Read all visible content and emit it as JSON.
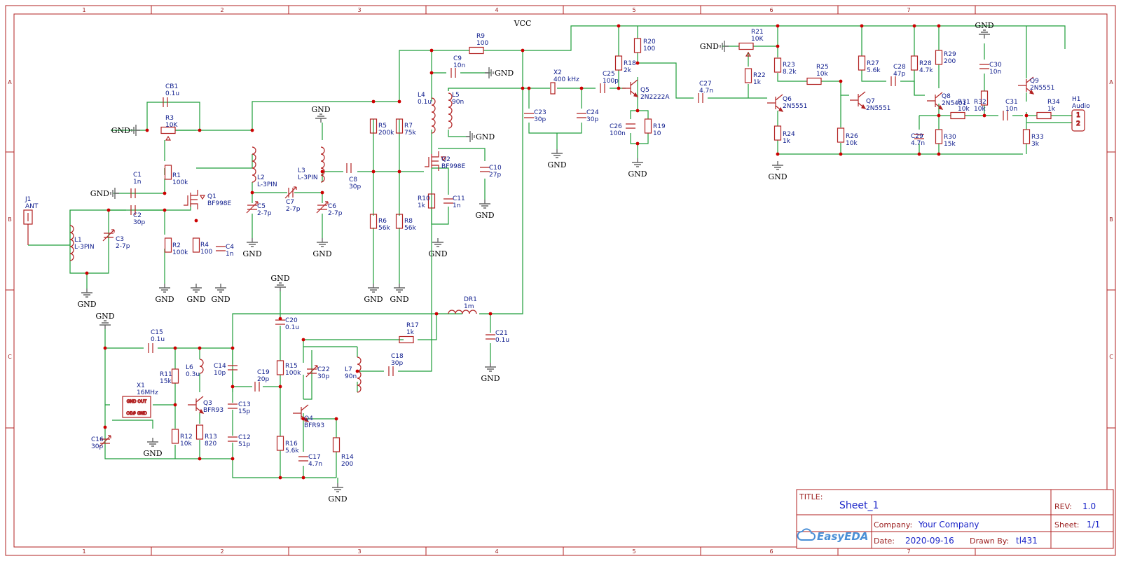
{
  "schematic": {
    "components": [
      {
        "ref": "J1",
        "value": "ANT"
      },
      {
        "ref": "L1",
        "value": "L-3PIN"
      },
      {
        "ref": "C3",
        "value": "2-7p"
      },
      {
        "ref": "C1",
        "value": "1n"
      },
      {
        "ref": "C2",
        "value": "30p"
      },
      {
        "ref": "CB1",
        "value": "0.1u"
      },
      {
        "ref": "R3",
        "value": "10K"
      },
      {
        "ref": "R1",
        "value": "100k"
      },
      {
        "ref": "R2",
        "value": "100k"
      },
      {
        "ref": "Q1",
        "value": "BF998E"
      },
      {
        "ref": "R4",
        "value": "100"
      },
      {
        "ref": "C4",
        "value": "1n"
      },
      {
        "ref": "L2",
        "value": "L-3PIN"
      },
      {
        "ref": "C5",
        "value": "2-7p"
      },
      {
        "ref": "C7",
        "value": "2-7p"
      },
      {
        "ref": "L3",
        "value": "L-3PIN"
      },
      {
        "ref": "C6",
        "value": "2-7p"
      },
      {
        "ref": "C8",
        "value": "30p"
      },
      {
        "ref": "R5",
        "value": "200k"
      },
      {
        "ref": "R6",
        "value": "56k"
      },
      {
        "ref": "R7",
        "value": "75k"
      },
      {
        "ref": "R8",
        "value": "56k"
      },
      {
        "ref": "R9",
        "value": "100"
      },
      {
        "ref": "C9",
        "value": "10n"
      },
      {
        "ref": "L4",
        "value": "0.1u"
      },
      {
        "ref": "L5",
        "value": "90n"
      },
      {
        "ref": "Q2",
        "value": "BF998E"
      },
      {
        "ref": "R10",
        "value": "1k"
      },
      {
        "ref": "C11",
        "value": "1n"
      },
      {
        "ref": "C10",
        "value": "27p"
      },
      {
        "ref": "X2",
        "value": "400 kHz"
      },
      {
        "ref": "C23",
        "value": "30p"
      },
      {
        "ref": "C24",
        "value": "30p"
      },
      {
        "ref": "C25",
        "value": "100p"
      },
      {
        "ref": "R18",
        "value": "2k"
      },
      {
        "ref": "R20",
        "value": "100"
      },
      {
        "ref": "Q5",
        "value": "2N2222A"
      },
      {
        "ref": "C26",
        "value": "100n"
      },
      {
        "ref": "R19",
        "value": "10"
      },
      {
        "ref": "C27",
        "value": "4.7n"
      },
      {
        "ref": "R21",
        "value": "10K"
      },
      {
        "ref": "R22",
        "value": "1k"
      },
      {
        "ref": "R23",
        "value": "8.2k"
      },
      {
        "ref": "Q6",
        "value": "2N5551"
      },
      {
        "ref": "R24",
        "value": "1k"
      },
      {
        "ref": "R25",
        "value": "10k"
      },
      {
        "ref": "R26",
        "value": "10k"
      },
      {
        "ref": "R27",
        "value": "5.6k"
      },
      {
        "ref": "Q7",
        "value": "2N5551"
      },
      {
        "ref": "C28",
        "value": "47p"
      },
      {
        "ref": "R28",
        "value": "4.7k"
      },
      {
        "ref": "R29",
        "value": "200"
      },
      {
        "ref": "Q8",
        "value": "2N5401"
      },
      {
        "ref": "C29",
        "value": "4.7n"
      },
      {
        "ref": "R30",
        "value": "15k"
      },
      {
        "ref": "R31",
        "value": "10k"
      },
      {
        "ref": "R32",
        "value": "10k"
      },
      {
        "ref": "C30",
        "value": "10n"
      },
      {
        "ref": "C31",
        "value": "10n"
      },
      {
        "ref": "Q9",
        "value": "2N5551"
      },
      {
        "ref": "R33",
        "value": "3k"
      },
      {
        "ref": "R34",
        "value": "1k"
      },
      {
        "ref": "H1",
        "value": "Audio"
      },
      {
        "ref": "DR1",
        "value": "1m"
      },
      {
        "ref": "C21",
        "value": "0.1u"
      },
      {
        "ref": "C20",
        "value": "0.1u"
      },
      {
        "ref": "R17",
        "value": "1k"
      },
      {
        "ref": "C18",
        "value": "30p"
      },
      {
        "ref": "L7",
        "value": "90n"
      },
      {
        "ref": "C15",
        "value": "0.1u"
      },
      {
        "ref": "R11",
        "value": "15k"
      },
      {
        "ref": "L6",
        "value": "0.3u"
      },
      {
        "ref": "X1",
        "value": "16MHz"
      },
      {
        "ref": "Q3",
        "value": "BFR93"
      },
      {
        "ref": "C14",
        "value": "10p"
      },
      {
        "ref": "C19",
        "value": "20p"
      },
      {
        "ref": "C13",
        "value": "15p"
      },
      {
        "ref": "R15",
        "value": "100k"
      },
      {
        "ref": "C22",
        "value": "30p"
      },
      {
        "ref": "Q4",
        "value": "BFR93"
      },
      {
        "ref": "R12",
        "value": "10k"
      },
      {
        "ref": "R13",
        "value": "820"
      },
      {
        "ref": "C12",
        "value": "51p"
      },
      {
        "ref": "C16",
        "value": "30p"
      },
      {
        "ref": "R16",
        "value": "5.6k"
      },
      {
        "ref": "C17",
        "value": "4.7n"
      },
      {
        "ref": "R14",
        "value": "200"
      }
    ],
    "nets": {
      "gnd": "GND",
      "vcc": "VCC"
    },
    "crystal_pins": {
      "top": "GND  OUT",
      "bottom": "OE#  GND"
    },
    "header_pins": [
      "1",
      "2"
    ]
  },
  "frame": {
    "columns": [
      "1",
      "2",
      "3",
      "4",
      "5",
      "6",
      "7"
    ],
    "rows": [
      "A",
      "B",
      "C"
    ]
  },
  "title_block": {
    "title_label": "TITLE:",
    "title": "Sheet_1",
    "rev_label": "REV:",
    "rev": "1.0",
    "company_label": "Company:",
    "company": "Your Company",
    "sheet_label": "Sheet:",
    "sheet": "1/1",
    "date_label": "Date:",
    "date": "2020-09-16",
    "drawn_label": "Drawn By:",
    "drawn_by": "tl431",
    "logo_text": "EasyEDA"
  },
  "colors": {
    "wire": "#1f9e3a",
    "component": "#b22222",
    "label": "#0d1b8c",
    "junction": "#cc0000",
    "frame": "#b22222",
    "ground": "#666666"
  }
}
